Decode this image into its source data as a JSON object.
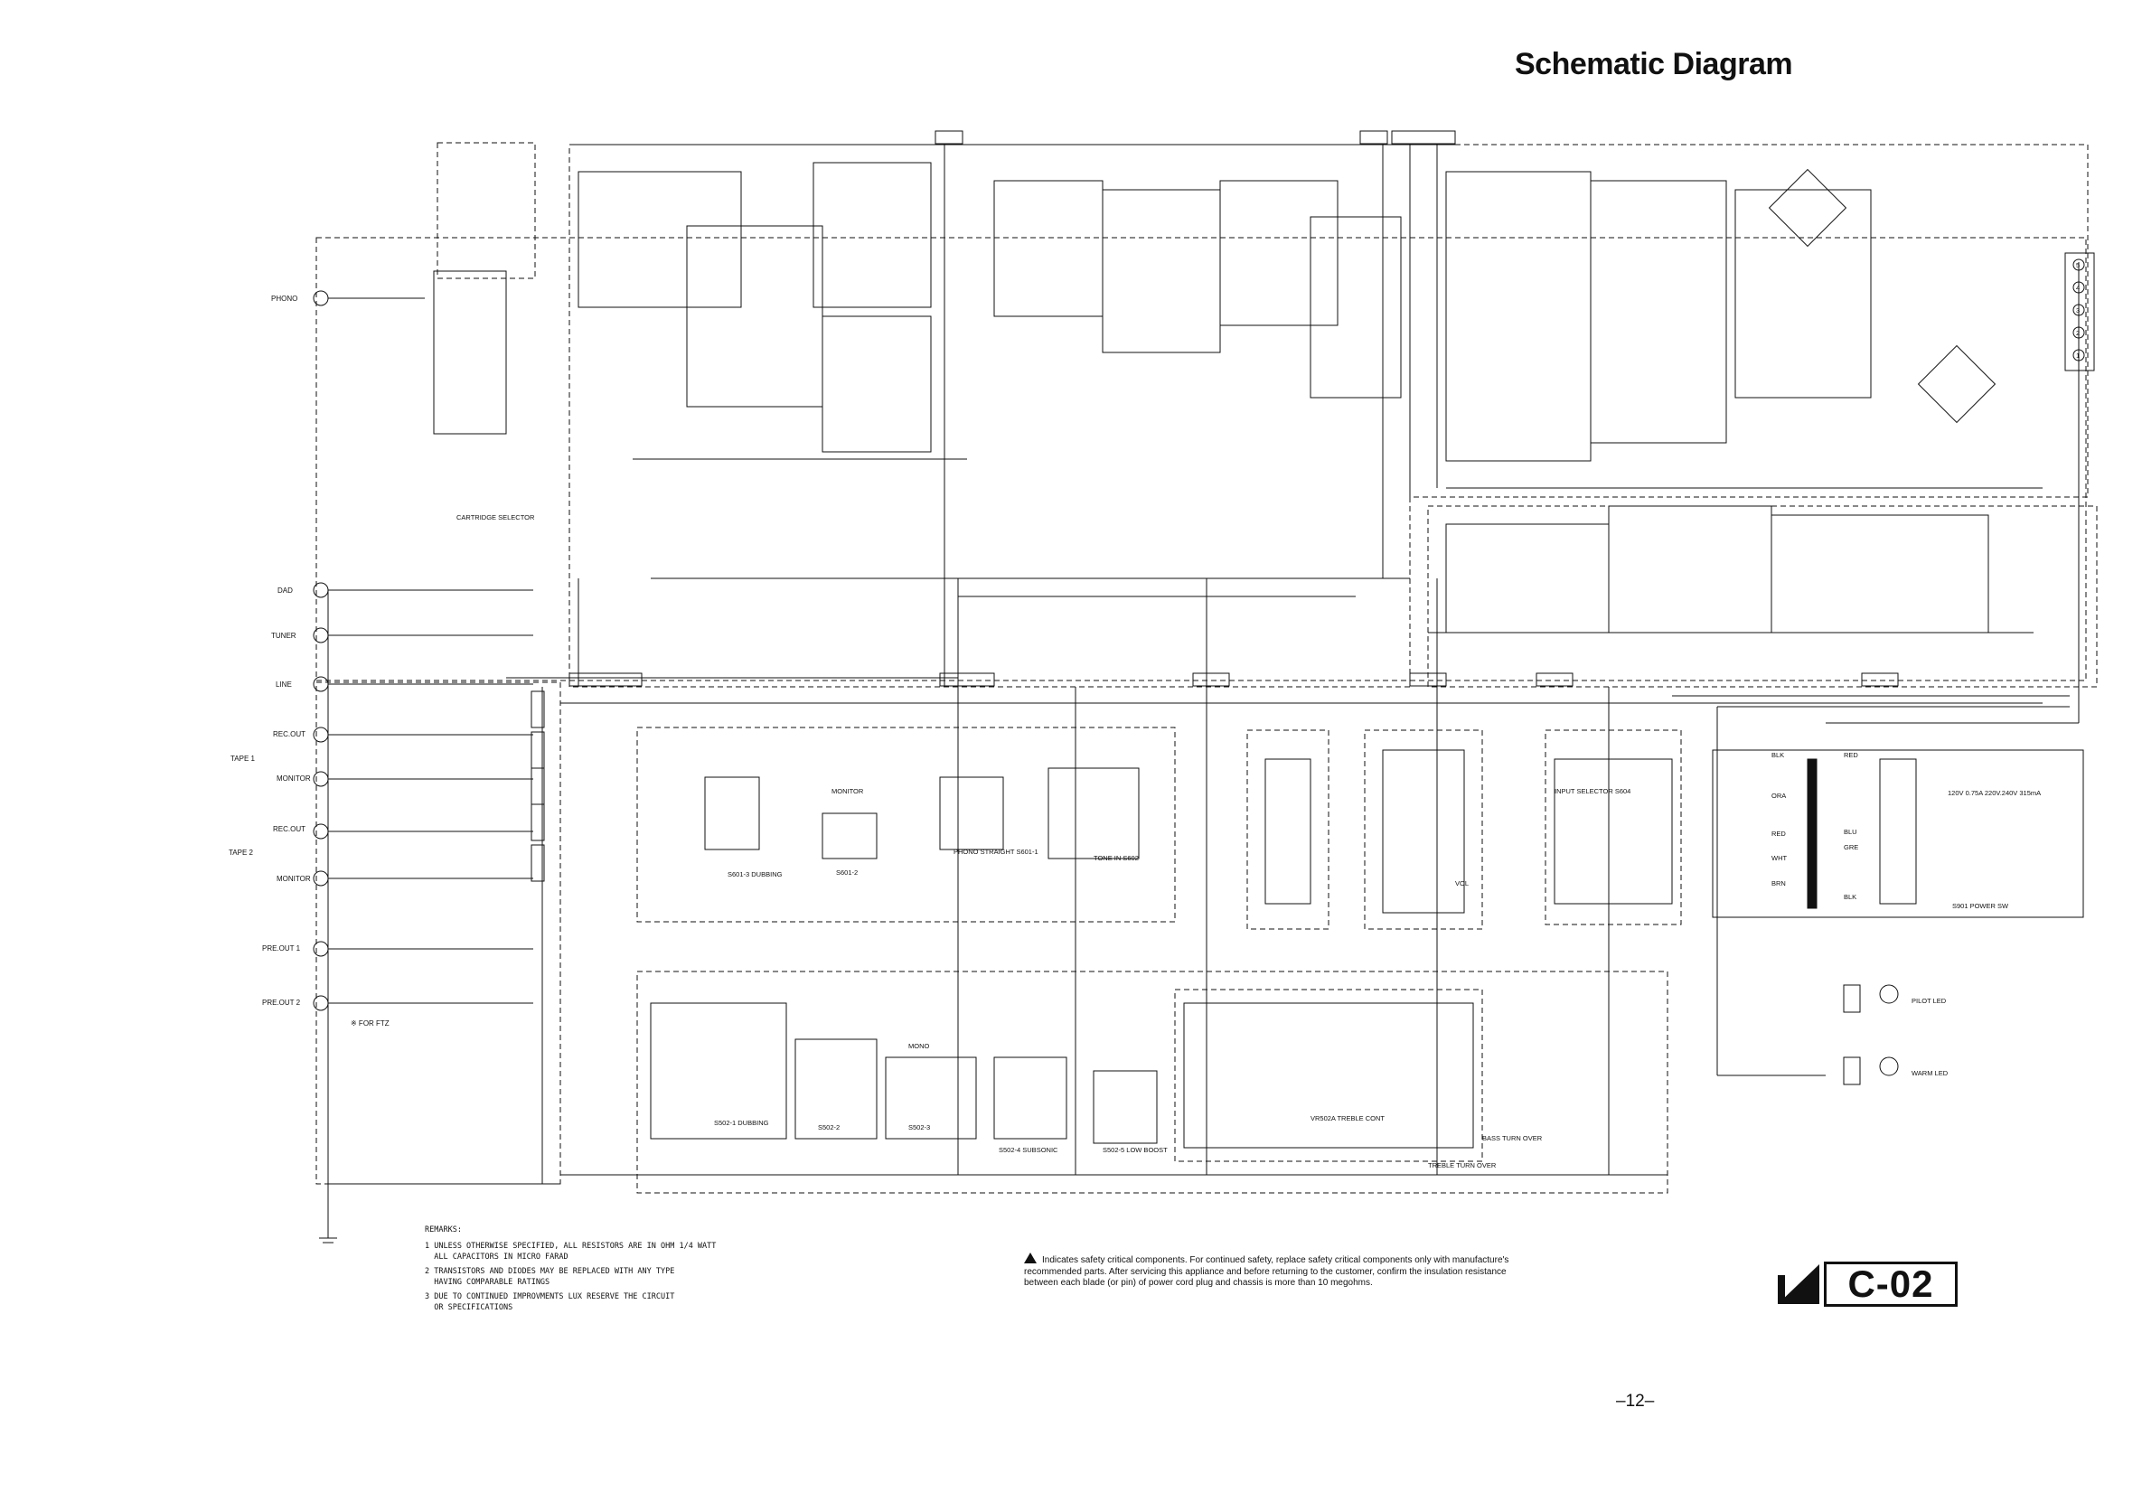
{
  "title": "Schematic Diagram",
  "page_number": "–12–",
  "model": "C-02",
  "inputs": [
    "PHONO",
    "DAD",
    "TUNER",
    "LINE",
    "TAPE 1",
    "REC.OUT",
    "MONITOR",
    "TAPE 2",
    "REC.OUT",
    "MONITOR"
  ],
  "outputs": [
    "PRE.OUT 1",
    "PRE.OUT 2"
  ],
  "ftz_note": "※ FOR FTZ",
  "blocks": {
    "cartridge_selector": "CARTRIDGE SELECTOR",
    "dubbing_1": "S601-3 DUBBING",
    "monitor": "MONITOR",
    "monitor_switch": "S601-2",
    "phono_straight": "PHONO STRAIGHT S601-1",
    "tone_in": "TONE IN S602",
    "input_selector": "INPUT SELECTOR S604",
    "vol": "VOL",
    "dubbing_2": "S502-1 DUBBING",
    "tape_switch": "S502-2",
    "mono": "MONO",
    "mono_switch": "S502-3",
    "subsonic": "S502-4 SUBSONIC",
    "low_boost": "S502-5 LOW BOOST",
    "treble_cont": "VR502A TREBLE CONT",
    "bass_turn_over": "BASS TURN OVER",
    "treble_turn_over": "TREBLE TURN OVER",
    "pilot_led": "PILOT LED",
    "warm_led": "WARM LED",
    "power_sw": "S901 POWER SW",
    "fuse_spec": "120V 0.75A 220V.240V 315mA"
  },
  "transformer_wires": [
    "BLK",
    "ORA",
    "RED",
    "WHT",
    "BRN",
    "RED",
    "BLU",
    "GRE",
    "BLK"
  ],
  "power_terminals": [
    "5",
    "4",
    "3",
    "2",
    "1"
  ],
  "remarks": {
    "title": "REMARKS:",
    "items": [
      "1 UNLESS OTHERWISE SPECIFIED, ALL RESISTORS ARE IN OHM 1/4 WATT\n  ALL CAPACITORS IN MICRO FARAD",
      "2 TRANSISTORS AND DIODES MAY BE REPLACED WITH ANY TYPE\n  HAVING COMPARABLE RATINGS",
      "3 DUE TO CONTINUED IMPROVMENTS LUX RESERVE THE CIRCUIT\n  OR SPECIFICATIONS"
    ]
  },
  "safety_note": "Indicates safety critical components. For continued safety, replace safety critical components only with manufacture's recommended parts. After servicing this appliance and before returning to the customer, confirm the insulation resistance between each blade (or pin) of power cord plug and chassis is more than 10 megohms."
}
